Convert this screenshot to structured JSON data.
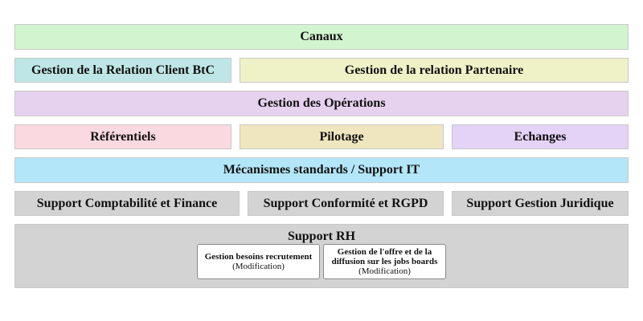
{
  "diagram": {
    "canaux": {
      "label": "Canaux",
      "color": "#d2f5d0"
    },
    "relation_client": {
      "label": "Gestion de la Relation Client BtC",
      "color": "#bfe6e6"
    },
    "relation_partenaire": {
      "label": "Gestion de la relation Partenaire",
      "color": "#eff1c7"
    },
    "operations": {
      "label": "Gestion des Opérations",
      "color": "#e6d1ef"
    },
    "referentiels": {
      "label": "Référentiels",
      "color": "#fbd9e0"
    },
    "pilotage": {
      "label": "Pilotage",
      "color": "#efe6bf"
    },
    "echanges": {
      "label": "Echanges",
      "color": "#e4d2f7"
    },
    "mecanismes": {
      "label": "Mécanismes standards / Support IT",
      "color": "#b3e6f9"
    },
    "support_compta": {
      "label": "Support Comptabilité et Finance",
      "color": "#d3d3d3"
    },
    "support_conformite": {
      "label": "Support Conformité et RGPD",
      "color": "#d3d3d3"
    },
    "support_juridique": {
      "label": "Support Gestion Juridique",
      "color": "#d3d3d3"
    },
    "support_rh": {
      "label": "Support RH",
      "color": "#d3d3d3",
      "cards": [
        {
          "title": "Gestion besoins recrutement",
          "status": "(Modification)"
        },
        {
          "title": "Gestion de l'offre et de la diffusion sur les jobs boards",
          "status": "(Modification)"
        }
      ]
    }
  }
}
